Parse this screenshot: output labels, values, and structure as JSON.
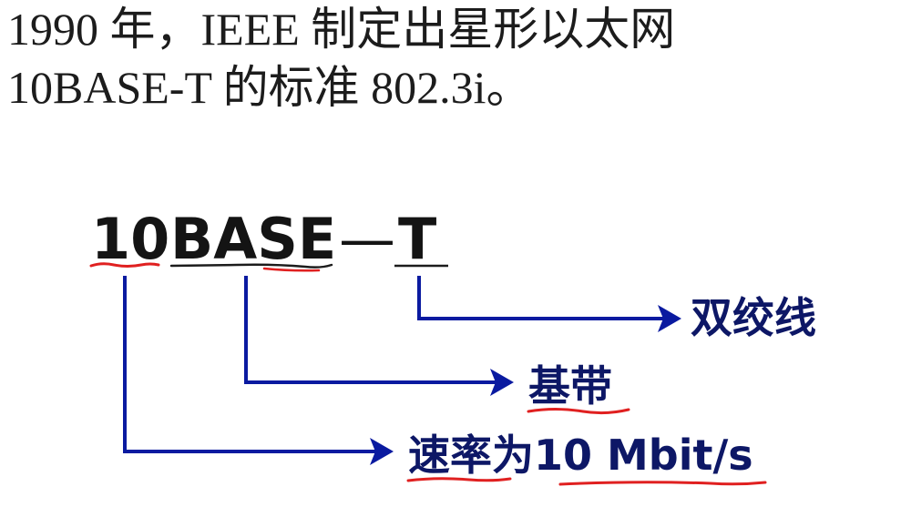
{
  "intro": {
    "line1": "1990 年，IEEE 制定出星形以太网",
    "line2": "10BASE-T 的标准 802.3i。"
  },
  "term": {
    "speed": "10",
    "signal": "BASE",
    "dash": "—",
    "medium": "T"
  },
  "meanings": {
    "medium": "双绞线",
    "signal": "基带",
    "speed": "速率为10 Mbit/s"
  },
  "colors": {
    "arrow": "#0a1aa0",
    "underline_red": "#e02020",
    "underline_dark": "#1c1c1c",
    "label_text": "#0d1766",
    "body_text": "#1c1c1c"
  }
}
